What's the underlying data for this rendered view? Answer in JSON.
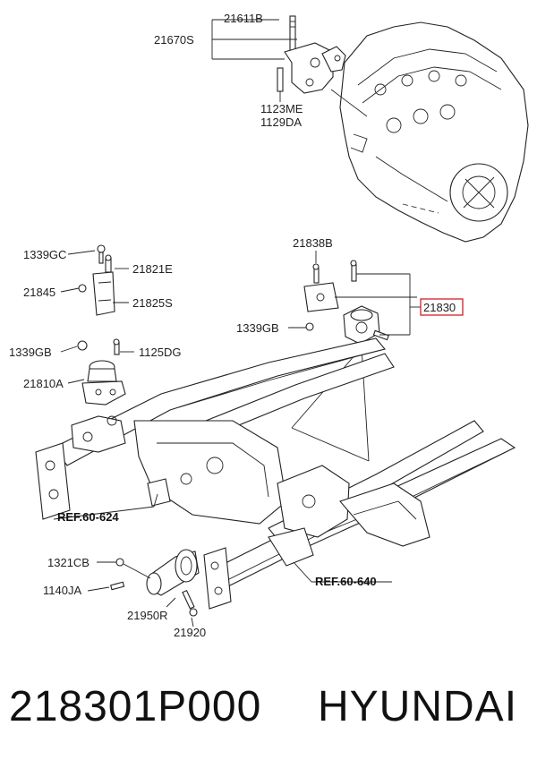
{
  "diagram": {
    "labels": {
      "l21611B": "21611B",
      "l21670S": "21670S",
      "l1123ME": "1123ME",
      "l1129DA": "1129DA",
      "l1339GC": "1339GC",
      "l21821E": "21821E",
      "l21845": "21845",
      "l21825S": "21825S",
      "l1339GB_left": "1339GB",
      "l1125DG": "1125DG",
      "l21810A": "21810A",
      "l21838B": "21838B",
      "l21830": "21830",
      "l1339GB_right": "1339GB",
      "ref60624": "REF.60-624",
      "l1321CB": "1321CB",
      "l1140JA": "1140JA",
      "l21950R": "21950R",
      "l21920": "21920",
      "ref60640": "REF.60-640"
    },
    "highlight_color": "#d0202a"
  },
  "footer": {
    "part_number": "218301P000",
    "brand": "HYUNDAI"
  }
}
